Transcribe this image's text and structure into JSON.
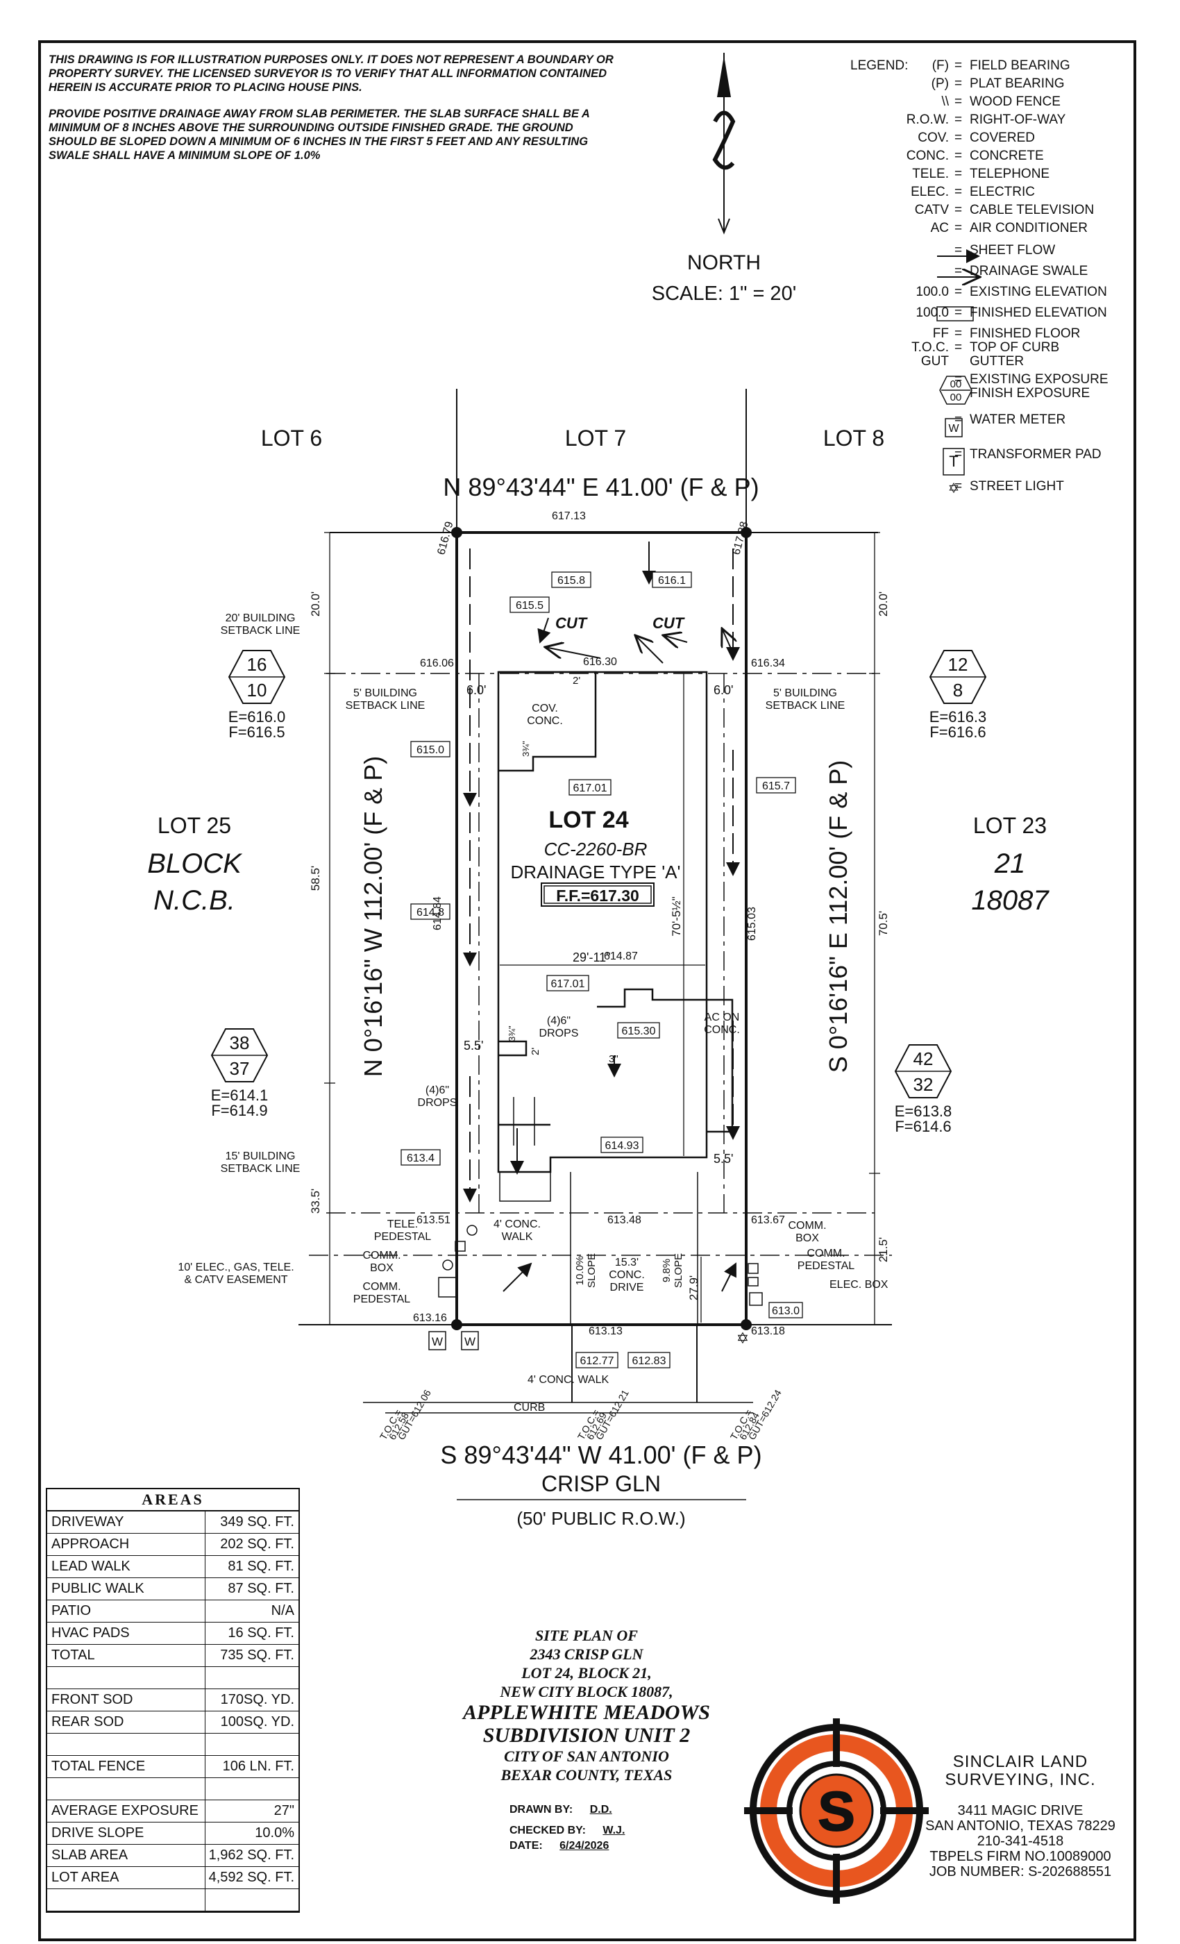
{
  "notes": [
    "THIS DRAWING IS FOR ILLUSTRATION PURPOSES ONLY. IT DOES NOT REPRESENT A BOUNDARY OR PROPERTY SURVEY. THE LICENSED SURVEYOR IS TO VERIFY THAT ALL INFORMATION CONTAINED HEREIN IS ACCURATE PRIOR TO PLACING HOUSE PINS.",
    "PROVIDE POSITIVE DRAINAGE AWAY FROM SLAB PERIMETER. THE SLAB SURFACE SHALL BE A MINIMUM OF 8 INCHES ABOVE THE SURROUNDING OUTSIDE FINISHED GRADE. THE GROUND SHOULD BE SLOPED DOWN A MINIMUM OF 6 INCHES IN THE FIRST 5 FEET AND ANY RESULTING SWALE SHALL HAVE A MINIMUM SLOPE OF 1.0%"
  ],
  "north": {
    "label": "NORTH",
    "scale": "SCALE:  1\"  =  20'"
  },
  "legend": {
    "title": "LEGEND:",
    "items": [
      {
        "sym": "(F)",
        "desc": "FIELD BEARING"
      },
      {
        "sym": "(P)",
        "desc": "PLAT BEARING"
      },
      {
        "sym": "\\\\",
        "desc": "WOOD FENCE"
      },
      {
        "sym": "R.O.W.",
        "desc": "RIGHT-OF-WAY"
      },
      {
        "sym": "COV.",
        "desc": "COVERED"
      },
      {
        "sym": "CONC.",
        "desc": "CONCRETE"
      },
      {
        "sym": "TELE.",
        "desc": "TELEPHONE"
      },
      {
        "sym": "ELEC.",
        "desc": "ELECTRIC"
      },
      {
        "sym": "CATV",
        "desc": "CABLE TELEVISION"
      },
      {
        "sym": "AC",
        "desc": "AIR CONDITIONER"
      },
      {
        "sym": "",
        "desc": "SHEET FLOW"
      },
      {
        "sym": "",
        "desc": "DRAINAGE SWALE"
      },
      {
        "sym": "100.0",
        "desc": "EXISTING ELEVATION"
      },
      {
        "sym": "100.0",
        "desc": "FINISHED ELEVATION"
      },
      {
        "sym": "FF",
        "desc": "FINISHED FLOOR"
      },
      {
        "sym": "T.O.C.",
        "desc": "TOP OF CURB"
      },
      {
        "sym": "GUT",
        "desc": "GUTTER"
      },
      {
        "sym": "00",
        "desc": "EXISTING EXPOSURE"
      },
      {
        "sym": "00",
        "desc": "FINISH EXPOSURE"
      },
      {
        "sym": "W",
        "desc": "WATER METER"
      },
      {
        "sym": "T",
        "desc": "TRANSFORMER PAD"
      },
      {
        "sym": "✡",
        "desc": "STREET LIGHT"
      }
    ]
  },
  "plan": {
    "lot_6": "LOT 6",
    "lot_7": "LOT 7",
    "lot_8": "LOT 8",
    "lot_25": "LOT 25",
    "lot_23": "LOT 23",
    "block": "BLOCK",
    "ncb": "N.C.B.",
    "block_no": "21",
    "ncb_no": "18087",
    "north_bearing": "N  89°43'44\"  E  41.00'  (F  &  P)",
    "south_bearing": "S  89°43'44\"  W  41.00'  (F  &  P)",
    "west_bearing": "N  0°16'16\"  W  112.00'  (F  &  P)",
    "east_bearing": "S  0°16'16\"  E  112.00'  (F  &  P)",
    "street": "CRISP  GLN",
    "row": "(50'  PUBLIC  R.O.W.)",
    "lot_title": "LOT 24",
    "plan_code": "CC-2260-BR",
    "drainage": "DRAINAGE  TYPE  'A'",
    "ff": "F.F.=617.30",
    "cut": "CUT",
    "front_setback": "20' BUILDING\nSETBACK LINE",
    "side_setback_l": "5' BUILDING\nSETBACK LINE",
    "side_setback_r": "5' BUILDING\nSETBACK LINE",
    "rear_setback": "15' BUILDING\nSETBACK LINE",
    "easement": "10' ELEC., GAS, TELE.\n& CATV EASEMENT",
    "cov_conc": "COV.\nCONC.",
    "drops": "(4)6\"\nDROPS",
    "ac_on_conc": "AC ON\nCONC.",
    "lead_walk": "4' CONC.\nWALK",
    "drive": "15.3'\nCONC.\nDRIVE",
    "slope_l": "10.0%\nSLOPE",
    "slope_r": "9.8%\nSLOPE",
    "public_walk": "4' CONC. WALK",
    "curb": "CURB",
    "tele_ped": "TELE.\nPEDESTAL",
    "comm_box_l": "COMM.\nBOX",
    "comm_ped_l": "COMM.\nPEDESTAL",
    "comm_box_r": "COMM.\nBOX",
    "comm_ped_r": "COMM.\nPEDESTAL",
    "elec_box": "ELEC. BOX",
    "dims": {
      "top_20l": "20.0'",
      "top_20r": "20.0'",
      "d585": "58.5'",
      "d705": "70.5'",
      "d335": "33.5'",
      "d215": "21.5'",
      "six_l": "6.0'",
      "six_r": "6.0'",
      "five5_l": "5.5'",
      "five5_r": "5.5'",
      "width_house": "29'-11\"",
      "depth_house": "70'-5½\"",
      "d279": "27.9'",
      "d2a": "2'",
      "d2b": "2'",
      "d3q": "3¾\"",
      "d3q2": "3¾\"",
      "d3": "3\""
    },
    "elev_boxes": {
      "e6158": "615.8",
      "e6161": "616.1",
      "e6155": "615.5",
      "e6150": "615.0",
      "e61701a": "617.01",
      "e6157": "615.7",
      "e6148": "614.8",
      "e61701b": "617.01",
      "e61530": "615.30",
      "e6134": "613.4",
      "e61493": "614.93",
      "e6130": "613.0",
      "e61277": "612.77",
      "e61283": "612.83"
    },
    "elev_text": {
      "t61713": "617.13",
      "t61679": "616.79",
      "t61728": "617.28",
      "t61630": "616.30",
      "t61606": "616.06",
      "t61634": "616.34",
      "t61484": "614.84",
      "t61503": "615.03",
      "t61487": "614.87",
      "t61351": "613.51",
      "t61348": "613.48",
      "t61367": "613.67",
      "t61316": "613.16",
      "t61313": "613.13",
      "t61318": "613.18"
    },
    "toc": [
      {
        "a": "T.O.C.=",
        "b": "612.58",
        "c": "GUT=612.06"
      },
      {
        "a": "T.O.C.=",
        "b": "612.69",
        "c": "GUT=612.21"
      },
      {
        "a": "T.O.C.=",
        "b": "612.84",
        "c": "GUT=612.24"
      }
    ],
    "exposures": [
      {
        "top": "16",
        "bot": "10",
        "e": "E=616.0",
        "f": "F=616.5"
      },
      {
        "top": "12",
        "bot": "8",
        "e": "E=616.3",
        "f": "F=616.6"
      },
      {
        "top": "38",
        "bot": "37",
        "e": "E=614.1",
        "f": "F=614.9"
      },
      {
        "top": "42",
        "bot": "32",
        "e": "E=613.8",
        "f": "F=614.6"
      }
    ],
    "water_meter": "W"
  },
  "areas": {
    "title": "AREAS",
    "rows": [
      {
        "label": "DRIVEWAY",
        "value": "349 SQ. FT."
      },
      {
        "label": "APPROACH",
        "value": "202 SQ. FT."
      },
      {
        "label": "LEAD WALK",
        "value": "81 SQ. FT."
      },
      {
        "label": "PUBLIC WALK",
        "value": "87 SQ. FT."
      },
      {
        "label": "PATIO",
        "value": "N/A"
      },
      {
        "label": "HVAC PADS",
        "value": "16 SQ. FT."
      },
      {
        "label": "TOTAL",
        "value": "735 SQ. FT."
      },
      {
        "label": "",
        "value": ""
      },
      {
        "label": "FRONT SOD",
        "value": "170SQ. YD."
      },
      {
        "label": "REAR SOD",
        "value": "100SQ. YD."
      },
      {
        "label": "",
        "value": ""
      },
      {
        "label": "TOTAL FENCE",
        "value": "106 LN. FT."
      },
      {
        "label": "",
        "value": ""
      },
      {
        "label": "AVERAGE EXPOSURE",
        "value": "27\""
      },
      {
        "label": "DRIVE SLOPE",
        "value": "10.0%"
      },
      {
        "label": "SLAB AREA",
        "value": "1,962 SQ. FT."
      },
      {
        "label": "LOT AREA",
        "value": "4,592 SQ. FT."
      },
      {
        "label": "",
        "value": ""
      }
    ]
  },
  "title_block": {
    "l1": "SITE PLAN OF",
    "l2": "2343 CRISP GLN",
    "l3": "LOT 24, BLOCK 21,",
    "l4": "NEW CITY BLOCK 18087,",
    "l5": "APPLEWHITE MEADOWS",
    "l6": "SUBDIVISION UNIT 2",
    "l7": "CITY OF SAN ANTONIO",
    "l8": "BEXAR COUNTY, TEXAS",
    "drawn_label": "DRAWN BY:",
    "drawn_value": "D.D.",
    "checked_label": "CHECKED BY:",
    "checked_value": "W.J.",
    "date_label": "DATE:",
    "date_value": "6/24/2026"
  },
  "company": {
    "name1": "SINCLAIR LAND",
    "name2": "SURVEYING, INC.",
    "addr1": "3411 MAGIC DRIVE",
    "addr2": "SAN ANTONIO, TEXAS 78229",
    "phone": "210-341-4518",
    "firm": "TBPELS FIRM NO.10089000",
    "job": "JOB NUMBER:   S-202688551",
    "logo_letter": "S",
    "logo_color": "#e8561f"
  }
}
